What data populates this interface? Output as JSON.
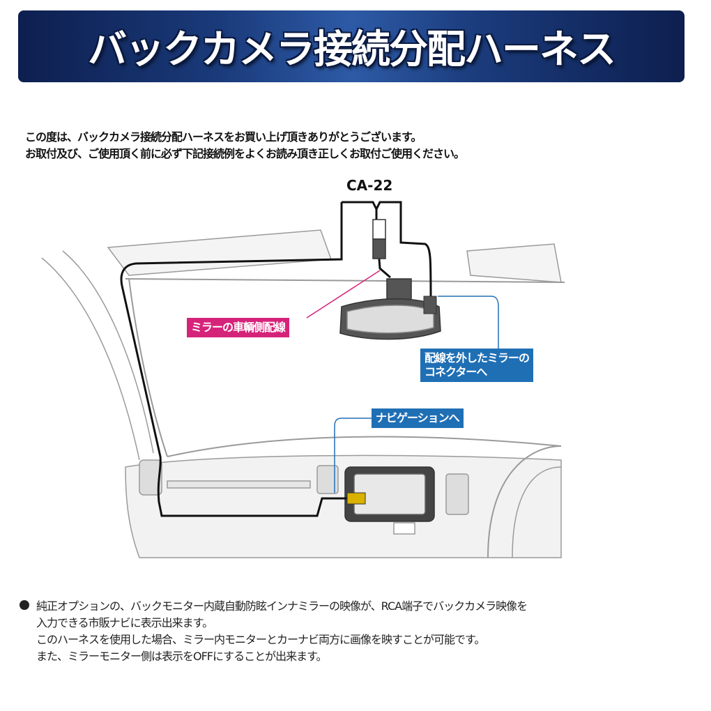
{
  "header": {
    "title": "バックカメラ接続分配ハーネス"
  },
  "intro": {
    "line1": "この度は、バックカメラ接続分配ハーネスをお買い上げ頂きありがとうございます。",
    "line2": "お取付及び、ご使用頂く前に必ず下記接続例をよくお読み頂き正しくお取付ご使用ください。"
  },
  "diagram": {
    "product_code": "CA-22",
    "labels": {
      "mirror_vehicle_wiring": "ミラーの車輌側配線",
      "mirror_connector_line1": "配線を外したミラーの",
      "mirror_connector_line2": "コネクターへ",
      "to_navigation": "ナビゲーションへ"
    },
    "colors": {
      "pink": "#d6237a",
      "blue": "#1f6fb5",
      "navy": "#0d1f4f"
    }
  },
  "notes": {
    "lines": [
      "純正オプションの、バックモニター内蔵自動防眩インナミラーの映像が、RCA端子でバックカメラ映像を",
      "入力できる市販ナビに表示出来ます。",
      "このハーネスを使用した場合、ミラー内モニターとカーナビ両方に画像を映すことが可能です。",
      "また、ミラーモニター側は表示をOFFにすることが出来ます。"
    ]
  }
}
